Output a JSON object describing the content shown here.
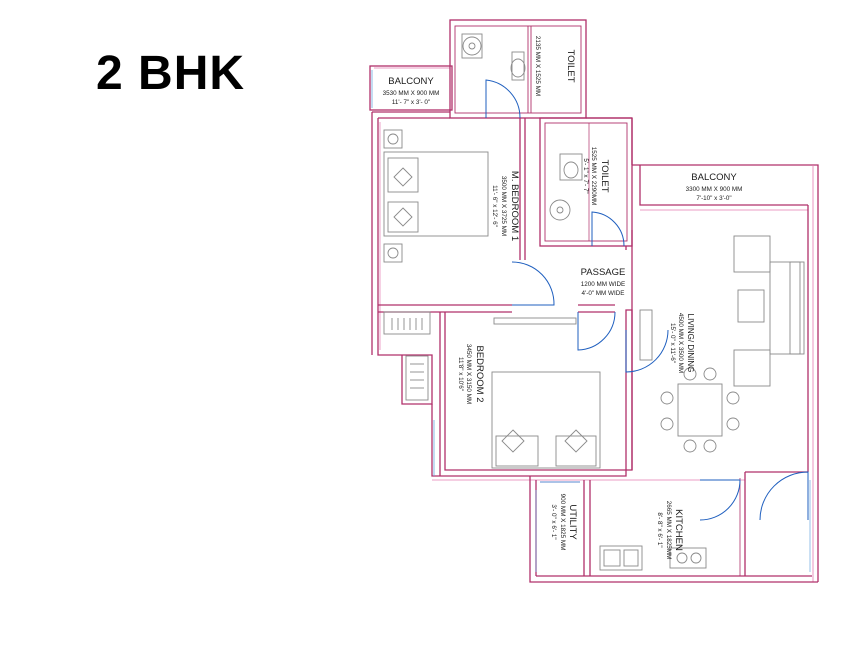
{
  "plan_title": "2 BHK",
  "colors": {
    "wall": "#b0306a",
    "door": "#1f5fbf",
    "furniture": "#8a8a8a",
    "glass": "#e57bb3",
    "glass_blue": "#6aa8e0"
  },
  "rooms": {
    "balcony_1": {
      "name": "BALCONY",
      "dim1": "3530 MM X 900 MM",
      "dim2": "11'- 7\" x 3'- 0\""
    },
    "toilet_1": {
      "name": "TOILET",
      "dim1": "2135 MM X 1525 MM"
    },
    "m_bedroom": {
      "name": "M. BEDROOM 1",
      "dim1": "3500 MM X 3725 MM",
      "dim2": "11'- 6\" x 12'- 6\""
    },
    "toilet_2": {
      "name": "TOILET",
      "dim1": "1525 MM X 2290MM",
      "dim2": "5'- 1\" x 7'- 7\""
    },
    "balcony_2": {
      "name": "BALCONY",
      "dim1": "3300 MM X 900 MM",
      "dim2": "7'-10\" x 3'-0\""
    },
    "passage": {
      "name": "PASSAGE",
      "dim1": "1200 MM WIDE",
      "dim2": "4'-0\" MM WIDE"
    },
    "living_dining": {
      "name": "LIVING/ DINING",
      "dim1": "4500 MM X 3500 MM",
      "dim2": "15'- 0\" x 11'-6\""
    },
    "bedroom_2": {
      "name": "BEDROOM 2",
      "dim1": "3450 MM X 3150 MM",
      "dim2": "11'8\" x 10'6\""
    },
    "utility": {
      "name": "UTILITY",
      "dim1": "900 MM X 1825 MM",
      "dim2": "3'- 0\" x 6'- 1\""
    },
    "kitchen": {
      "name": "KITCHEN",
      "dim1": "2665 MM X 1825MM",
      "dim2": "8'- 8\" x 6'- 1\""
    }
  }
}
